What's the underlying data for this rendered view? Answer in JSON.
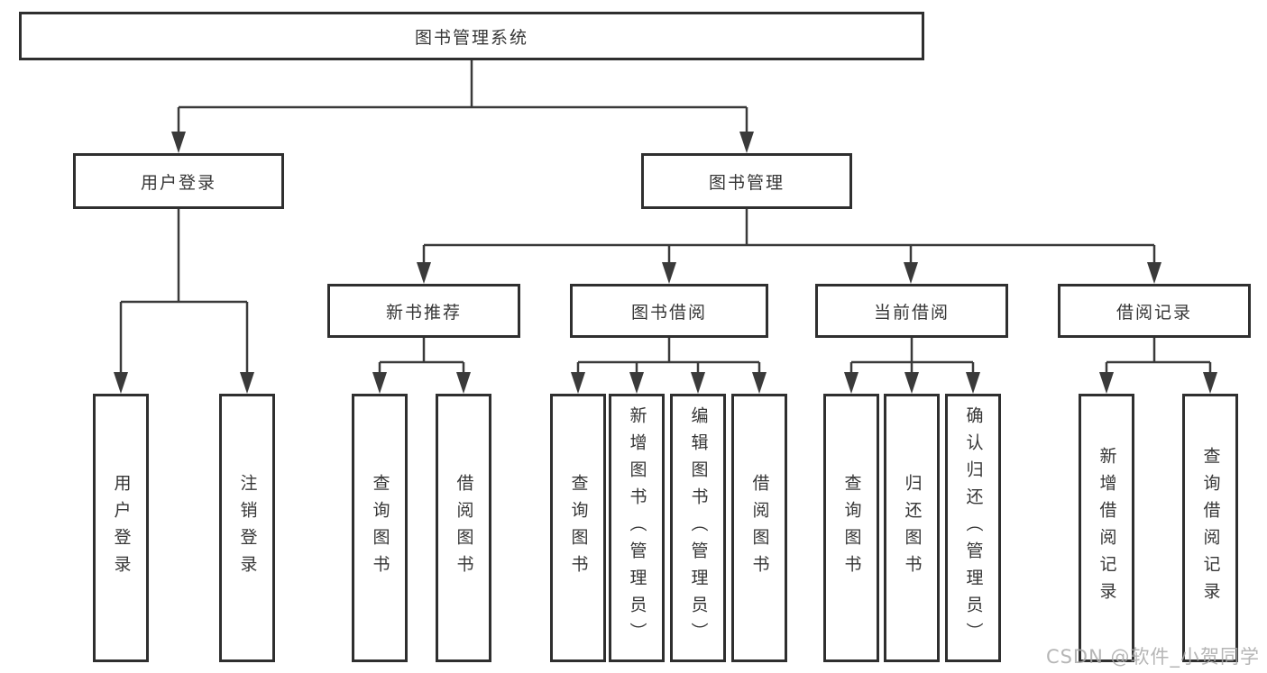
{
  "colors": {
    "line": "#3a3a3a",
    "border": "#2f2f2f",
    "text": "#363636",
    "watermark": "#a9a9a9",
    "background": "#ffffff"
  },
  "watermark": {
    "text": "CSDN @软件_小贺同学"
  },
  "diagram": {
    "type": "hierarchy-flowchart",
    "tree": {
      "label": "图书管理系统",
      "children": [
        {
          "label": "用户登录",
          "children": [
            {
              "label": "用户登录"
            },
            {
              "label": "注销登录"
            }
          ]
        },
        {
          "label": "图书管理",
          "children": [
            {
              "label": "新书推荐",
              "children": [
                {
                  "label": "查询图书"
                },
                {
                  "label": "借阅图书"
                }
              ]
            },
            {
              "label": "图书借阅",
              "children": [
                {
                  "label": "查询图书"
                },
                {
                  "label": "新增图书（管理员）"
                },
                {
                  "label": "编辑图书（管理员）"
                },
                {
                  "label": "借阅图书"
                }
              ]
            },
            {
              "label": "当前借阅",
              "children": [
                {
                  "label": "查询图书"
                },
                {
                  "label": "归还图书"
                },
                {
                  "label": "确认归还（管理员）"
                }
              ]
            },
            {
              "label": "借阅记录",
              "children": [
                {
                  "label": "新增借阅记录"
                },
                {
                  "label": "查询借阅记录"
                }
              ]
            }
          ]
        }
      ]
    }
  }
}
